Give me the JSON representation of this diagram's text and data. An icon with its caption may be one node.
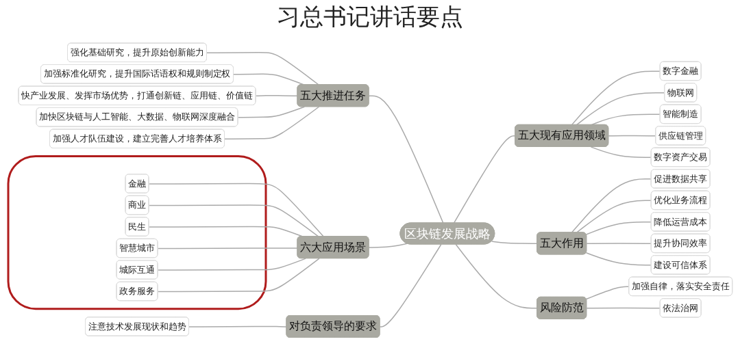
{
  "diagram": {
    "title": "习总书记讲话要点",
    "nodes": [
      {
        "text": [
          "区块链发展战略"
        ]
      },
      {
        "text": [
          "五大推进任务"
        ]
      },
      {
        "text": [
          "强化基础研究，提升原始创新能力"
        ]
      },
      {
        "text": [
          "加强标准化研究，提升国际话语权和规则制定权"
        ]
      },
      {
        "text": [
          "快产业发展、发挥市场优势，打通创新链、应用链、价值链"
        ]
      },
      {
        "text": [
          "加快区块链与人工智能、大数据、物联网深度融合"
        ]
      },
      {
        "text": [
          "加强人才队伍建设，建立完善人才培养体系"
        ]
      },
      {
        "text": [
          "六大应用场景"
        ]
      },
      {
        "text": [],
        "shape": "ellipse"
      },
      {
        "text": [
          "金融"
        ],
        "in": 8
      },
      {
        "text": [
          "商业"
        ],
        "in": 8
      },
      {
        "text": [
          "民生"
        ],
        "in": 8
      },
      {
        "text": [
          "智慧城市"
        ],
        "in": 8
      },
      {
        "text": [
          "城际互通"
        ],
        "in": 8
      },
      {
        "text": [
          "政务服务"
        ],
        "in": 8
      },
      {
        "text": [
          "对负责领导的要求"
        ]
      },
      {
        "text": [
          "注意技术发展现状和趋势"
        ]
      },
      {
        "text": [
          "五大现有应用领域"
        ]
      },
      {
        "text": [
          "数字金融"
        ]
      },
      {
        "text": [
          "物联网"
        ]
      },
      {
        "text": [
          "智能制造"
        ]
      },
      {
        "text": [
          "供应链管理"
        ]
      },
      {
        "text": [
          "数字资产交易"
        ]
      },
      {
        "text": [
          "五大作用"
        ]
      },
      {
        "text": [
          "促进数据共享"
        ]
      },
      {
        "text": [
          "优化业务流程"
        ]
      },
      {
        "text": [
          "降低运营成本"
        ]
      },
      {
        "text": [
          "提升协同效率"
        ]
      },
      {
        "text": [
          "建设可信体系"
        ]
      },
      {
        "text": [
          "风险防范"
        ]
      },
      {
        "text": [
          "加强自律，落实安全责任"
        ]
      },
      {
        "text": [
          "依法治网"
        ]
      }
    ],
    "edges": [
      {
        "from": 0,
        "to": 1,
        "arrow": "none"
      },
      {
        "from": 1,
        "to": 2,
        "arrow": "none"
      },
      {
        "from": 1,
        "to": 3,
        "arrow": "none"
      },
      {
        "from": 1,
        "to": 4,
        "arrow": "none"
      },
      {
        "from": 1,
        "to": 5,
        "arrow": "none"
      },
      {
        "from": 1,
        "to": 6,
        "arrow": "none"
      },
      {
        "from": 0,
        "to": 7,
        "arrow": "none"
      },
      {
        "from": 7,
        "to": 9,
        "arrow": "none"
      },
      {
        "from": 7,
        "to": 10,
        "arrow": "none"
      },
      {
        "from": 7,
        "to": 11,
        "arrow": "none"
      },
      {
        "from": 7,
        "to": 12,
        "arrow": "none"
      },
      {
        "from": 7,
        "to": 13,
        "arrow": "none"
      },
      {
        "from": 7,
        "to": 14,
        "arrow": "none"
      },
      {
        "from": 0,
        "to": 15,
        "arrow": "none"
      },
      {
        "from": 15,
        "to": 16,
        "arrow": "none"
      },
      {
        "from": 0,
        "to": 17,
        "arrow": "none"
      },
      {
        "from": 17,
        "to": 18,
        "arrow": "none"
      },
      {
        "from": 17,
        "to": 19,
        "arrow": "none"
      },
      {
        "from": 17,
        "to": 20,
        "arrow": "none"
      },
      {
        "from": 17,
        "to": 21,
        "arrow": "none"
      },
      {
        "from": 17,
        "to": 22,
        "arrow": "none"
      },
      {
        "from": 0,
        "to": 23,
        "arrow": "none"
      },
      {
        "from": 23,
        "to": 24,
        "arrow": "none"
      },
      {
        "from": 23,
        "to": 25,
        "arrow": "none"
      },
      {
        "from": 23,
        "to": 26,
        "arrow": "none"
      },
      {
        "from": 23,
        "to": 27,
        "arrow": "none"
      },
      {
        "from": 23,
        "to": 28,
        "arrow": "none"
      },
      {
        "from": 0,
        "to": 29,
        "arrow": "none"
      },
      {
        "from": 29,
        "to": 30,
        "arrow": "none"
      },
      {
        "from": 29,
        "to": 31,
        "arrow": "none"
      }
    ]
  }
}
